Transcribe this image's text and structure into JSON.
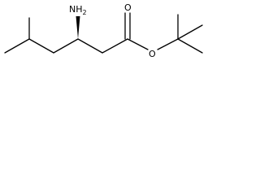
{
  "structure": {
    "atom_labels": {
      "amine": {
        "symbol": "NH",
        "subscript": "2"
      },
      "carbonyl_oxygen": "O",
      "ester_oxygen": "O"
    },
    "stereo": {
      "amine_bond": "wedge"
    },
    "colors": {
      "ink": "#000000",
      "background": "#ffffff"
    }
  }
}
